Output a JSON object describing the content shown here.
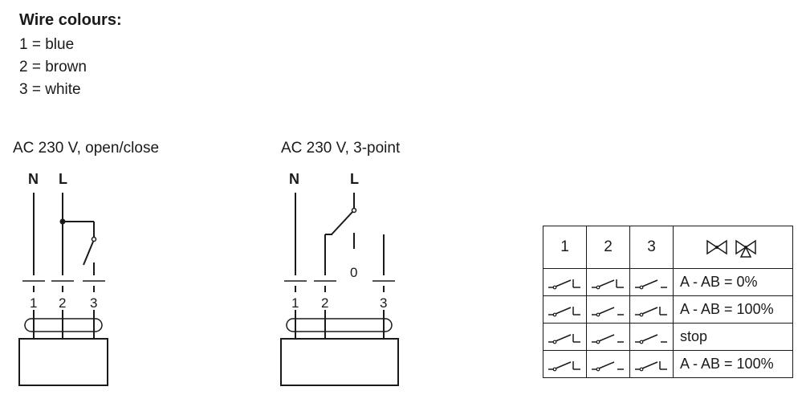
{
  "legend": {
    "title": "Wire colours:",
    "items": [
      "1 = blue",
      "2 = brown",
      "3 = white"
    ]
  },
  "diagram1": {
    "caption": "AC 230 V, open/close",
    "wires": {
      "n": "N",
      "l": "L"
    },
    "terminals": [
      "1",
      "2",
      "3"
    ]
  },
  "diagram2": {
    "caption": "AC 230 V, 3-point",
    "wires": {
      "n": "N",
      "l": "L"
    },
    "zero_label": "0",
    "terminals": [
      "1",
      "2",
      "3"
    ]
  },
  "table": {
    "headers": [
      "1",
      "2",
      "3"
    ],
    "header_icons": [
      "valve-a-icon",
      "valve-ab-icon"
    ],
    "rows": [
      {
        "states": [
          "closed",
          "closed",
          "open"
        ],
        "result": "A - AB = 0%"
      },
      {
        "states": [
          "closed",
          "open",
          "closed"
        ],
        "result": "A - AB = 100%"
      },
      {
        "states": [
          "closed",
          "open",
          "open"
        ],
        "result": "stop"
      },
      {
        "states": [
          "closed",
          "open",
          "closed"
        ],
        "result": "A - AB = 100%"
      }
    ]
  }
}
